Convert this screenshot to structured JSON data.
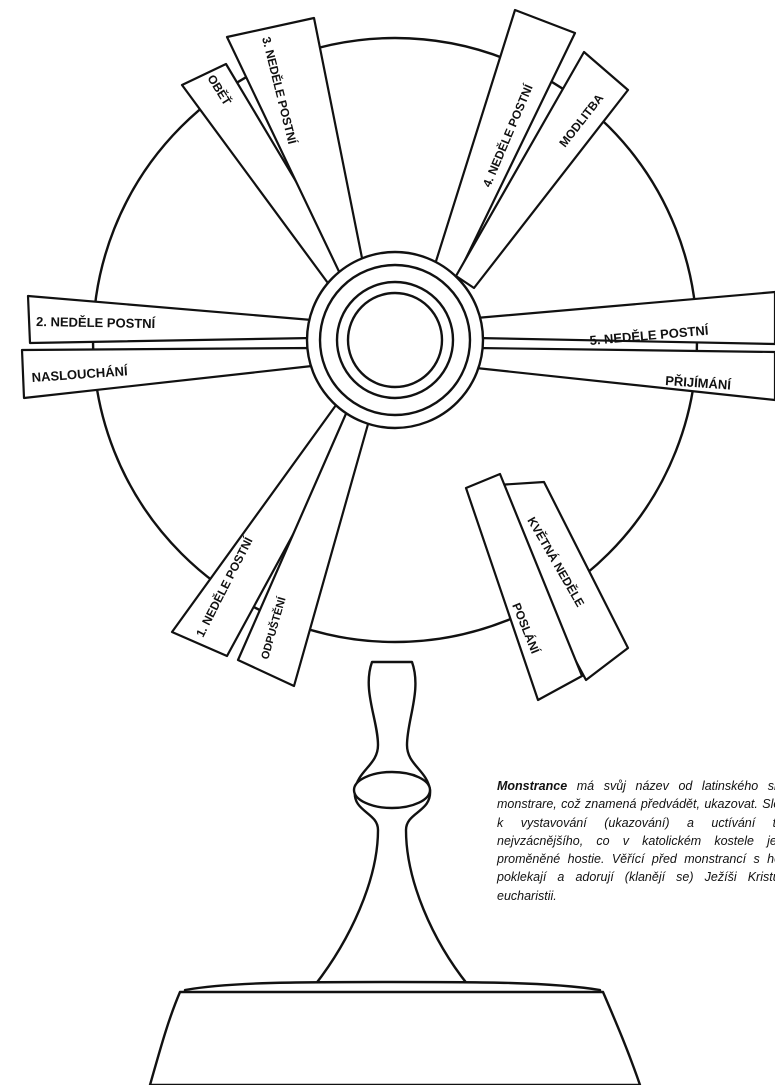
{
  "rays": [
    {
      "id": "obet",
      "label": "OBĚŤ"
    },
    {
      "id": "nedele-3",
      "label": "3. NEDĚLE POSTNÍ"
    },
    {
      "id": "nedele-4",
      "label": "4. NEDĚLE POSTNÍ"
    },
    {
      "id": "modlitba",
      "label": "MODLITBA"
    },
    {
      "id": "nedele-2",
      "label": "2. NEDĚLE POSTNÍ"
    },
    {
      "id": "nasleuchani",
      "label": "NASLOUCHÁNÍ"
    },
    {
      "id": "nedele-5",
      "label": "5. NEDĚLE POSTNÍ"
    },
    {
      "id": "prijimani",
      "label": "PŘIJÍMÁNÍ"
    },
    {
      "id": "nedele-1",
      "label": "1. NEDĚLE POSTNÍ"
    },
    {
      "id": "odpusteni",
      "label": "ODPUŠTĚNÍ"
    },
    {
      "id": "kvetna",
      "label": "KVĚTNÁ NEDĚLE"
    },
    {
      "id": "poslani",
      "label": "POSLÁNÍ"
    }
  ],
  "caption": {
    "bold_word": "Monstrance",
    "text": " má svůj název od latinského slova monstrare, což znamená předvádět, ukazovat. Slouží k vystavování (ukazování) a uctívání toho nejvzácnějšího, co v katolickém kostele je – proměněné hostie. Věřící před monstrancí s hostií poklekají a adorují (klanějí se) Ježíši Kristu v eucharistii."
  }
}
